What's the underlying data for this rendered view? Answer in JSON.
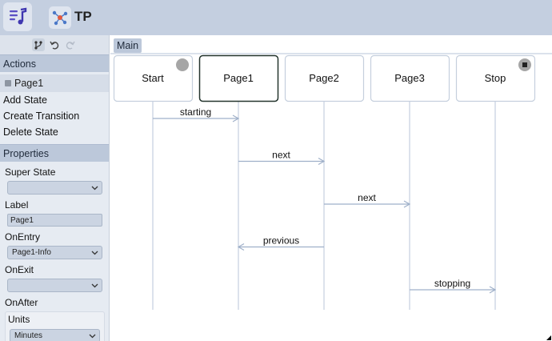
{
  "header": {
    "app_icon": "music-note-icon",
    "project_icon": "network-nodes-icon",
    "project_title": "TP"
  },
  "sidebar": {
    "toolbar": [
      "branch-icon",
      "undo-icon",
      "redo-icon"
    ],
    "actions_header": "Actions",
    "selected_state": "Page1",
    "actions": [
      "Add State",
      "Create Transition",
      "Delete State"
    ],
    "properties_header": "Properties",
    "super_state_label": "Super State",
    "super_state_value": "",
    "label_label": "Label",
    "label_value": "Page1",
    "on_entry_label": "OnEntry",
    "on_entry_value": "Page1-Info",
    "on_exit_label": "OnExit",
    "on_exit_value": "",
    "on_after_label": "OnAfter",
    "units_label": "Units",
    "units_value": "Minutes"
  },
  "main": {
    "tab": "Main",
    "states": [
      {
        "label": "Start",
        "marker": "start-circle-icon",
        "selected": false
      },
      {
        "label": "Page1",
        "marker": "",
        "selected": true
      },
      {
        "label": "Page2",
        "marker": "",
        "selected": false
      },
      {
        "label": "Page3",
        "marker": "",
        "selected": false
      },
      {
        "label": "Stop",
        "marker": "stop-square-icon",
        "selected": false
      }
    ],
    "transitions": [
      {
        "from": 0,
        "to": 1,
        "label": "starting"
      },
      {
        "from": 1,
        "to": 2,
        "label": "next"
      },
      {
        "from": 2,
        "to": 3,
        "label": "next"
      },
      {
        "from": 2,
        "to": 1,
        "label": "previous"
      },
      {
        "from": 3,
        "to": 4,
        "label": "stopping"
      }
    ]
  },
  "colors": {
    "header_bg": "#c4cfe0",
    "lifeline": "#b9c6da",
    "selected_border": "#24352e",
    "state_border": "#c5cfdd"
  }
}
